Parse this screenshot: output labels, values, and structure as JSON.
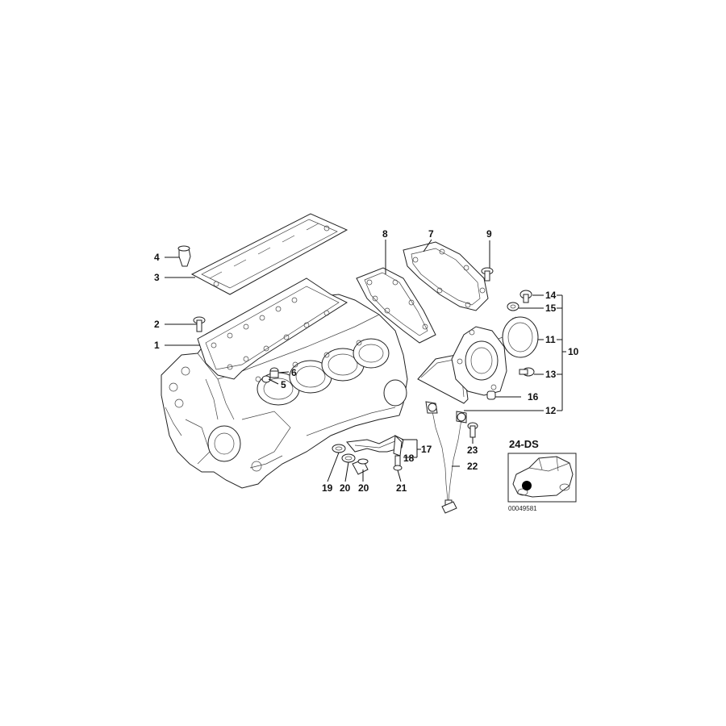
{
  "diagram": {
    "callouts": [
      "1",
      "2",
      "3",
      "4",
      "5",
      "6",
      "7",
      "8",
      "9",
      "10",
      "11",
      "12",
      "13",
      "14",
      "15",
      "16",
      "17",
      "18",
      "19",
      "20",
      "20",
      "21",
      "22",
      "23"
    ],
    "inset_label": "24-DS",
    "reference_number": "00049581",
    "colors": {
      "line": "#222222",
      "fill": "#ffffff",
      "inset_marker": "#000000"
    },
    "parts": [
      "engine-block",
      "oil-pan-gasket",
      "sump-plug",
      "bolt",
      "gasket-front",
      "timing-cover",
      "seal-carrier",
      "shaft-seal",
      "sensor-cable",
      "oil-pipe",
      "car-silhouette"
    ]
  }
}
